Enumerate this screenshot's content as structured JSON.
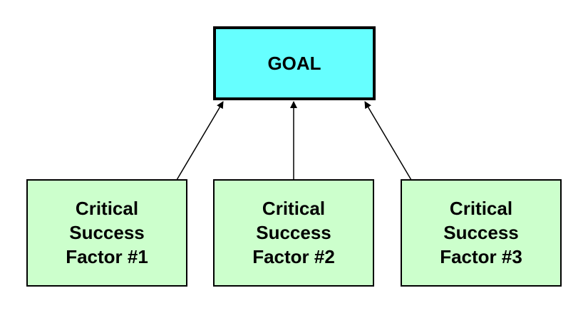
{
  "goal": {
    "label": "GOAL",
    "fill": "#66ffff"
  },
  "factors": [
    {
      "lines": [
        "Critical",
        "Success",
        "Factor #1"
      ]
    },
    {
      "lines": [
        "Critical",
        "Success",
        "Factor #2"
      ]
    },
    {
      "lines": [
        "Critical",
        "Success",
        "Factor #3"
      ]
    }
  ],
  "factor_fill": "#ccffcc",
  "border_color": "#000000",
  "edges": [
    {
      "from": "factor-1",
      "to": "goal"
    },
    {
      "from": "factor-2",
      "to": "goal"
    },
    {
      "from": "factor-3",
      "to": "goal"
    }
  ]
}
